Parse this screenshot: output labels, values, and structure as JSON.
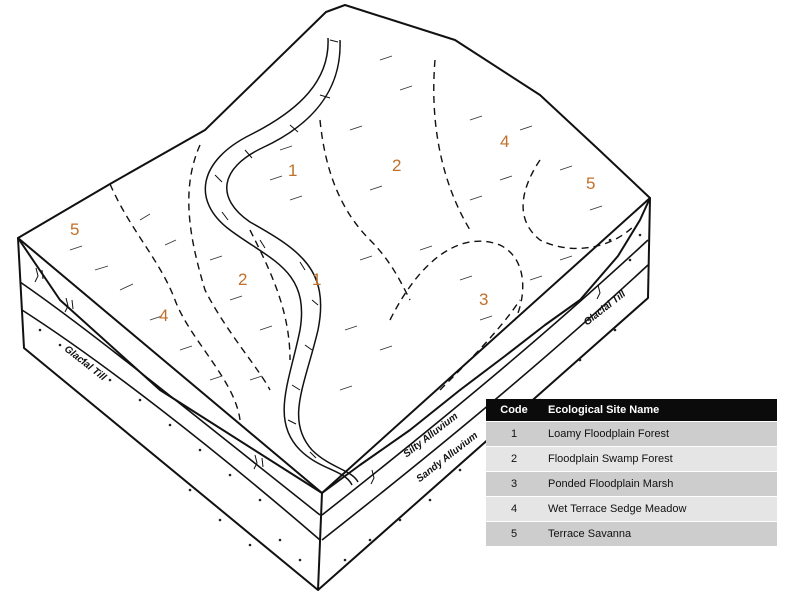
{
  "zones": [
    {
      "id": "z1a",
      "code": "1"
    },
    {
      "id": "z1b",
      "code": "1"
    },
    {
      "id": "z2a",
      "code": "2"
    },
    {
      "id": "z2b",
      "code": "2"
    },
    {
      "id": "z3",
      "code": "3"
    },
    {
      "id": "z4a",
      "code": "4"
    },
    {
      "id": "z4b",
      "code": "4"
    },
    {
      "id": "z5a",
      "code": "5"
    },
    {
      "id": "z5b",
      "code": "5"
    }
  ],
  "layers": {
    "silty": "Silty Alluvium",
    "sandy": "Sandy Alluvium",
    "till_left": "Glacial Till",
    "till_right": "Glacial Till"
  },
  "legend": {
    "headers": {
      "code": "Code",
      "name": "Ecological Site Name"
    },
    "rows": [
      {
        "code": "1",
        "name": "Loamy Floodplain Forest"
      },
      {
        "code": "2",
        "name": "Floodplain Swamp Forest"
      },
      {
        "code": "3",
        "name": "Ponded Floodplain Marsh"
      },
      {
        "code": "4",
        "name": "Wet Terrace Sedge Meadow"
      },
      {
        "code": "5",
        "name": "Terrace Savanna"
      }
    ]
  },
  "colors": {
    "zone_label": "#c0702a",
    "legend_header": "#0b0b0b",
    "legend_row_odd": "#cdcdcd",
    "legend_row_even": "#e5e5e5"
  }
}
